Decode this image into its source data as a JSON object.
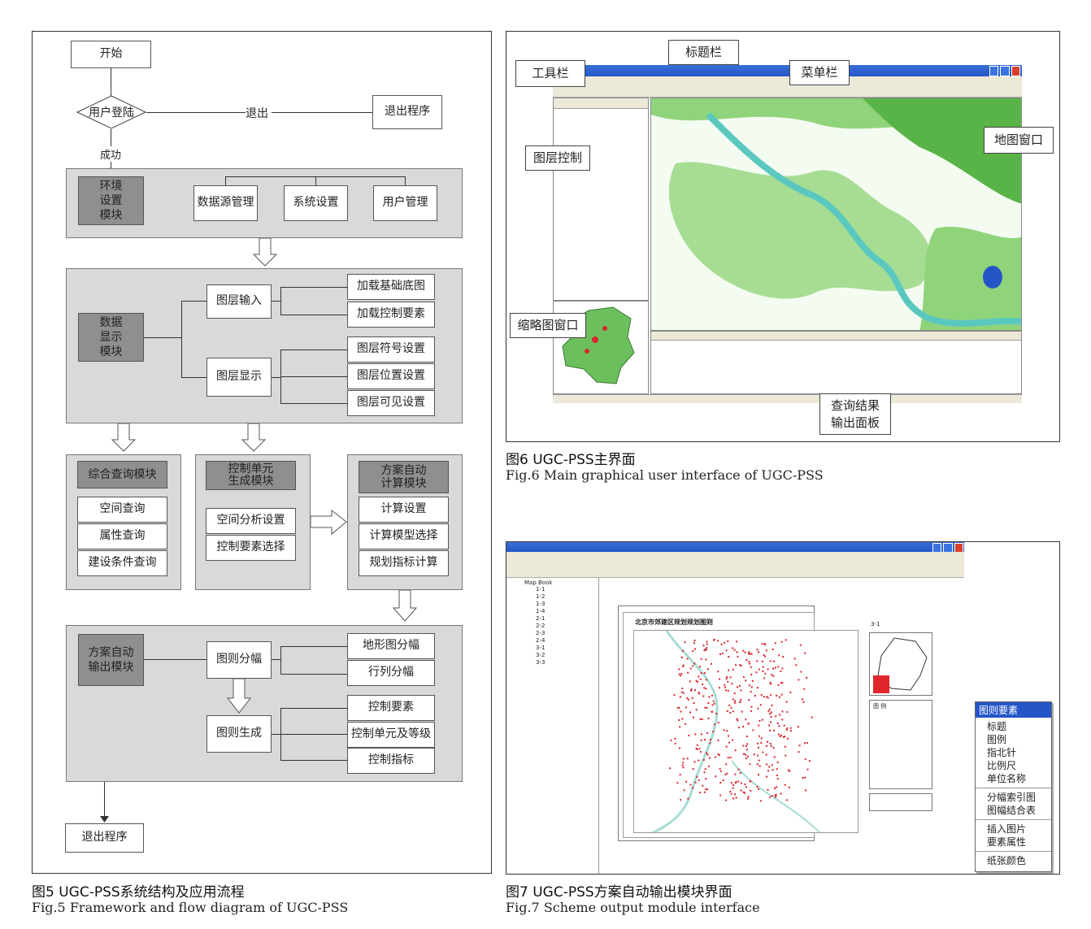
{
  "fig5": {
    "start": "开始",
    "login": "用户登陆",
    "exit_label": "退出",
    "exit_program": "退出程序",
    "success": "成功",
    "env_module": "环境\n设置\n模块",
    "env_items": [
      "数据源管理",
      "系统设置",
      "用户管理"
    ],
    "display_module": "数据\n显示\n模块",
    "layer_input": "图层输入",
    "layer_input_items": [
      "加载基础底图",
      "加载控制要素"
    ],
    "layer_display": "图层显示",
    "layer_display_items": [
      "图层符号设置",
      "图层位置设置",
      "图层可见设置"
    ],
    "query_module": "综合查询模块",
    "query_items": [
      "空间查询",
      "属性查询",
      "建设条件查询"
    ],
    "unit_module": "控制单元\n生成模块",
    "unit_items": [
      "空间分析设置",
      "控制要素选择"
    ],
    "calc_module": "方案自动\n计算模块",
    "calc_items": [
      "计算设置",
      "计算模型选择",
      "规划指标计算"
    ],
    "output_module": "方案自动\n输出模块",
    "sheet_split": "图则分幅",
    "sheet_split_items": [
      "地形图分幅",
      "行列分幅"
    ],
    "sheet_gen": "图则生成",
    "sheet_gen_items": [
      "控制要素",
      "控制单元及等级",
      "控制指标"
    ],
    "end": "退出程序",
    "caption_cn": "图5  UGC-PSS系统结构及应用流程",
    "caption_en": "Fig.5  Framework and flow diagram of UGC-PSS"
  },
  "fig6": {
    "callouts": {
      "title_bar": "标题栏",
      "toolbar": "工具栏",
      "menubar": "菜单栏",
      "layer_control": "图层控制",
      "map_window": "地图窗口",
      "overview": "缩略图窗口",
      "result_panel": "查询结果\n输出面板"
    },
    "caption_cn": "图6  UGC-PSS主界面",
    "caption_en": "Fig.6  Main graphical user interface of UGC-PSS"
  },
  "fig7": {
    "map_title": "北京市郊建区规划规划图则",
    "sheet_no": "3-1",
    "legend_title": "图  例",
    "context_menu": {
      "header": "图则要素",
      "groups": [
        [
          "标题",
          "图例",
          "指北针",
          "比例尺",
          "单位名称"
        ],
        [
          "分幅索引图",
          "图幅结合表"
        ],
        [
          "插入图片",
          "要素属性"
        ],
        [
          "纸张颜色"
        ]
      ]
    },
    "tree_root": "Map Book",
    "tree_items": [
      "1-1",
      "1-2",
      "1-3",
      "1-4",
      "2-1",
      "2-2",
      "2-3",
      "2-4",
      "3-1",
      "3-2",
      "3-3"
    ],
    "caption_cn": "图7  UGC-PSS方案自动输出模块界面",
    "caption_en": "Fig.7  Scheme output module interface"
  },
  "colors": {
    "module_dark": "#8f8f8f",
    "group_bg": "#d9d9d9",
    "map_green": "#8fd47a",
    "river": "#5bc8c0",
    "red_points": "#d9262b",
    "win_blue": "#2456c8"
  }
}
